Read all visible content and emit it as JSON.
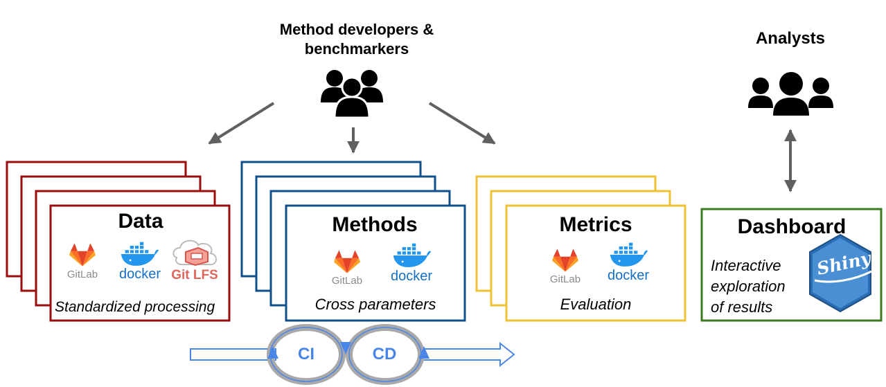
{
  "top": {
    "developers_label_line1": "Method developers &",
    "developers_label_line2": "benchmarkers",
    "analysts_label": "Analysts"
  },
  "stages": {
    "data": {
      "title": "Data",
      "subtitle": "Standardized processing",
      "tools": [
        "GitLab",
        "docker",
        "Git LFS"
      ],
      "color": "#9b0d0d"
    },
    "methods": {
      "title": "Methods",
      "subtitle": "Cross parameters",
      "tools": [
        "GitLab",
        "docker"
      ],
      "color": "#0f4f8c"
    },
    "metrics": {
      "title": "Metrics",
      "subtitle": "Evaluation",
      "tools": [
        "GitLab",
        "docker"
      ],
      "color": "#efc234"
    },
    "dashboard": {
      "title": "Dashboard",
      "subtitle_lines": [
        "Interactive",
        "exploration",
        "of results"
      ],
      "tool": "Shiny",
      "color": "#3b7a1f"
    }
  },
  "cicd": {
    "ci_label": "CI",
    "cd_label": "CD",
    "color": "#4a86e8"
  },
  "icons": {
    "people": "people-group-icon",
    "gitlab": "gitlab-icon",
    "docker": "docker-icon",
    "gitlfs": "git-lfs-icon",
    "shiny": "shiny-icon"
  }
}
